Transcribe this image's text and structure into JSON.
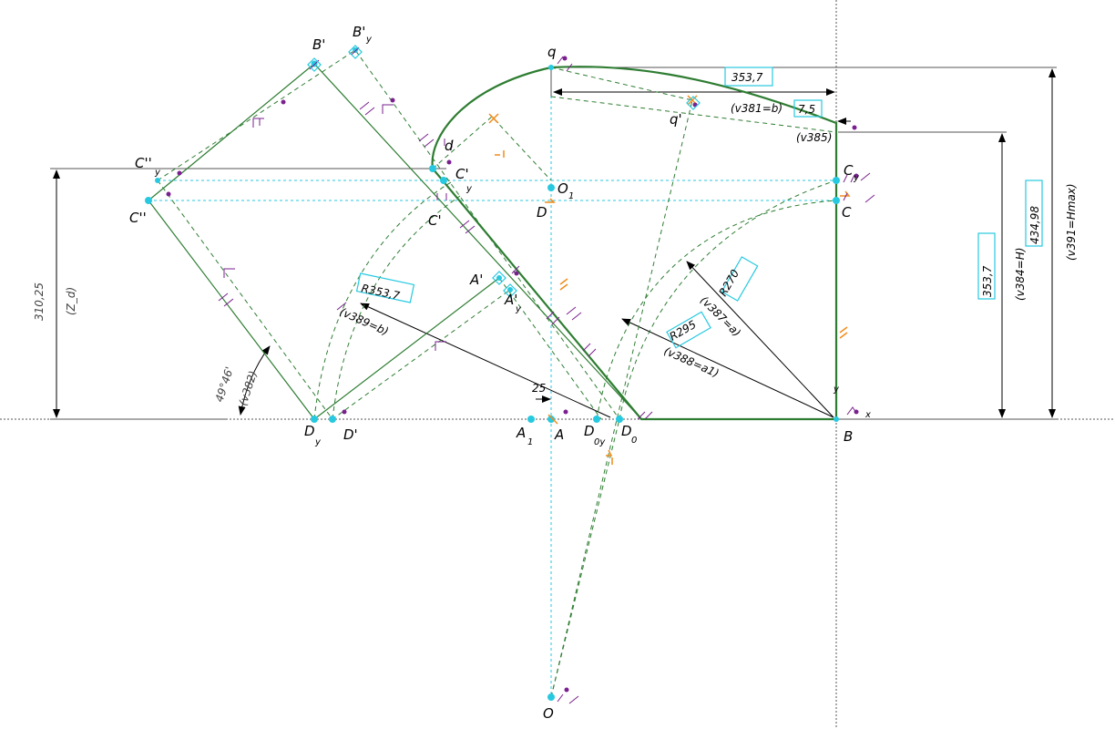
{
  "points": {
    "q": "q",
    "B_prime": "B'",
    "B_prime_y": "B'",
    "B_prime_y_sub": "y",
    "q_prime": "q'",
    "d": "d",
    "C_dprime_y": "C''",
    "C_dprime_y_sub": "y",
    "C_dprime": "C''",
    "C_prime_y": "C'",
    "C_prime_y_sub": "y",
    "C_prime": "C'",
    "O1": "O",
    "O1_sub": "1",
    "D": "D",
    "C_y": "C",
    "C_y_sub": "y",
    "C": "C",
    "A_prime": "A'",
    "A_prime_y": "A'",
    "A_prime_y_sub": "y",
    "D_y": "D",
    "D_y_sub": "y",
    "D_prime": "D'",
    "A1": "A",
    "A1_sub": "1",
    "A": "A",
    "D0y": "D",
    "D0y_sub": "0y",
    "D0": "D",
    "D0_sub": "0",
    "B": "B",
    "O": "O",
    "axis_x": "x",
    "axis_y": "y"
  },
  "dimensions": {
    "width_top": "353,7",
    "v381": "(v381=b)",
    "offset_small": "7,5",
    "v385": "(v385)",
    "height_H": "353,7",
    "v384": "(v384=H)",
    "height_Hmax": "434,98",
    "v391": "(v391=Hmax)",
    "z_value": "310,25",
    "z_label": "(Z_d)",
    "angle_value": "49°46'",
    "angle_label": "(v382)",
    "radius_b": "R353,7",
    "v389": "(v389=b)",
    "radius_a": "R270",
    "v387": "(v387=a)",
    "radius_a1": "R295",
    "v388": "(v388=a1)",
    "offset_25": "25"
  }
}
